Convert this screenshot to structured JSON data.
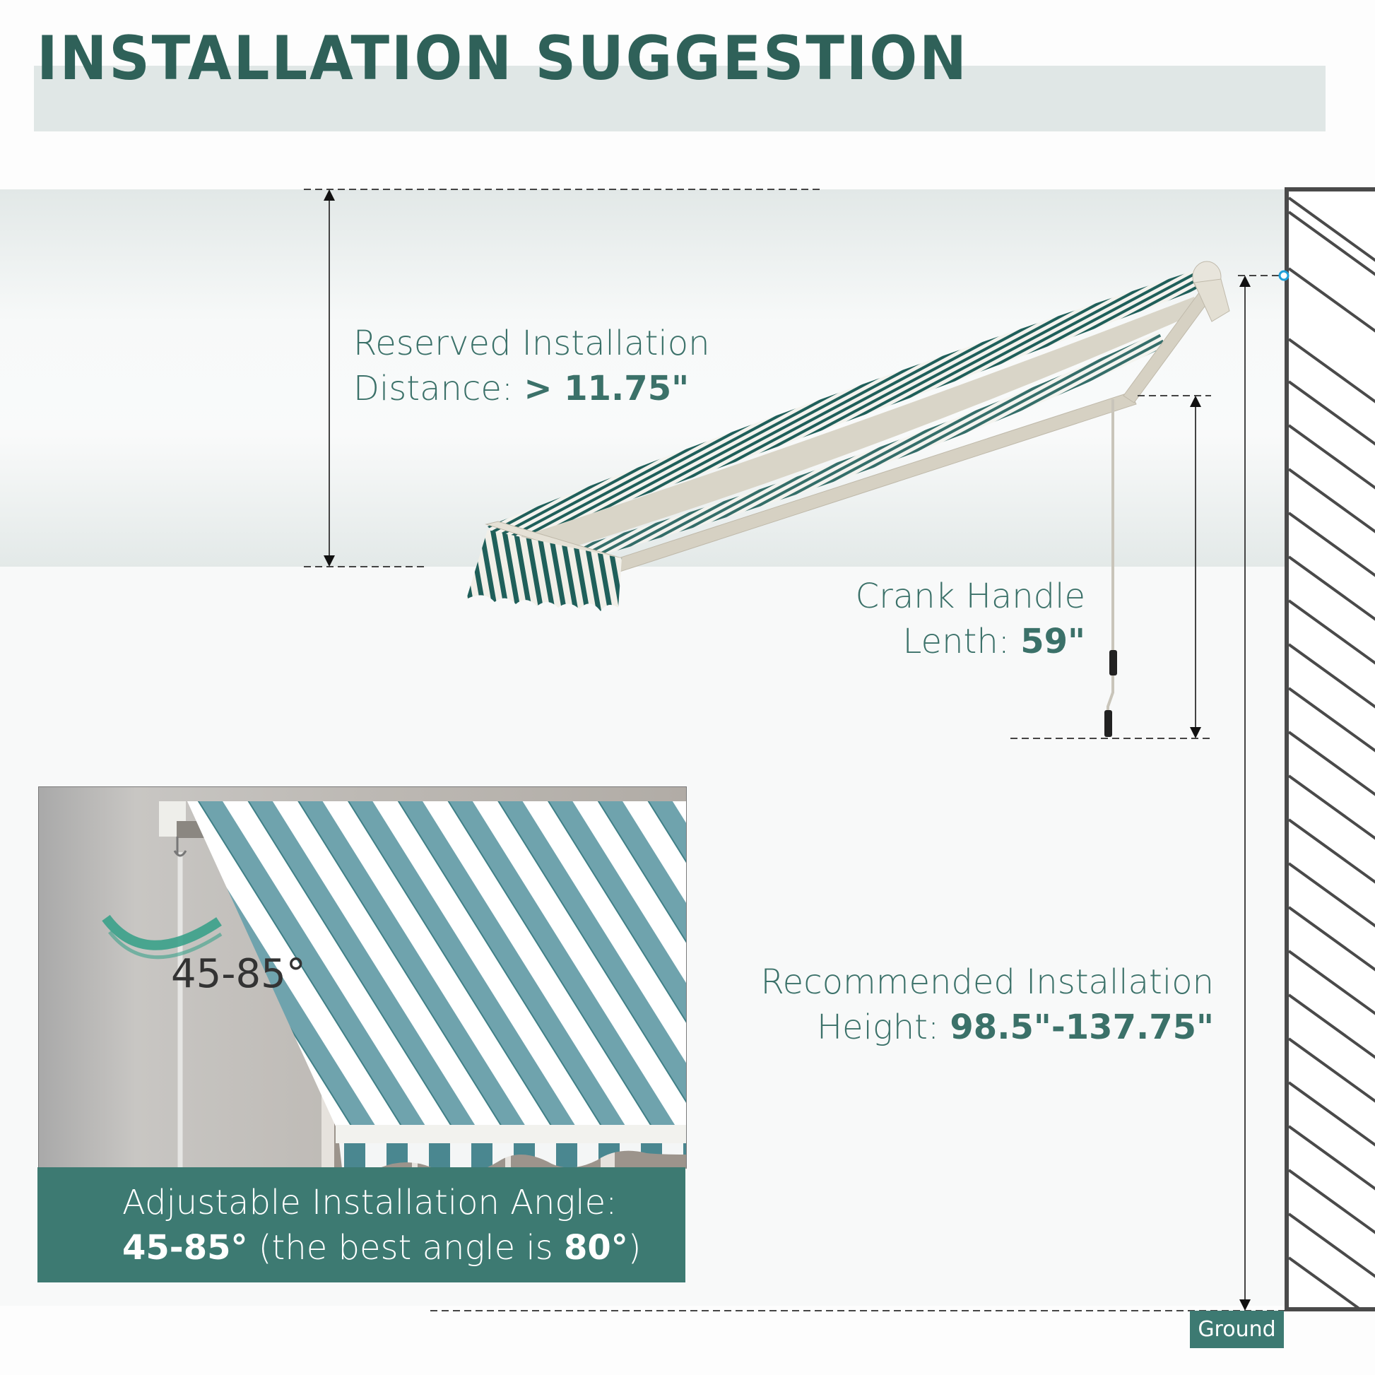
{
  "title": "INSTALLATION SUGGESTION",
  "reserved_distance": {
    "line1": "Reserved Installation",
    "line2_prefix": "Distance:",
    "value": "> 11.75\""
  },
  "crank_handle": {
    "line1": "Crank Handle",
    "line2_prefix": "Lenth:",
    "value": "59\""
  },
  "recommended_height": {
    "line1": "Recommended Installation",
    "line2_prefix": "Height:",
    "value": "98.5\"-137.75\""
  },
  "inset": {
    "angle_label": "45-85°",
    "caption_line1": "Adjustable Installation Angle:",
    "caption_range": "45-85°",
    "caption_mid": "(the best angle is",
    "caption_best": "80°",
    "caption_end": ")"
  },
  "ground_label": "Ground",
  "colors": {
    "brand_teal": "#3d7a72",
    "title_teal": "#2f6159",
    "title_bar": "#e0e7e6",
    "stripe_dark": "#1f5f5a",
    "stripe_light_inset": "#6fa3ad",
    "wall_border": "#4a4a4a",
    "anchor_dot": "#1fa0d8"
  },
  "icons": {
    "wall": "hatched-wall-icon",
    "anchor": "mount-point-icon",
    "angle_arc": "angle-arc-icon"
  }
}
